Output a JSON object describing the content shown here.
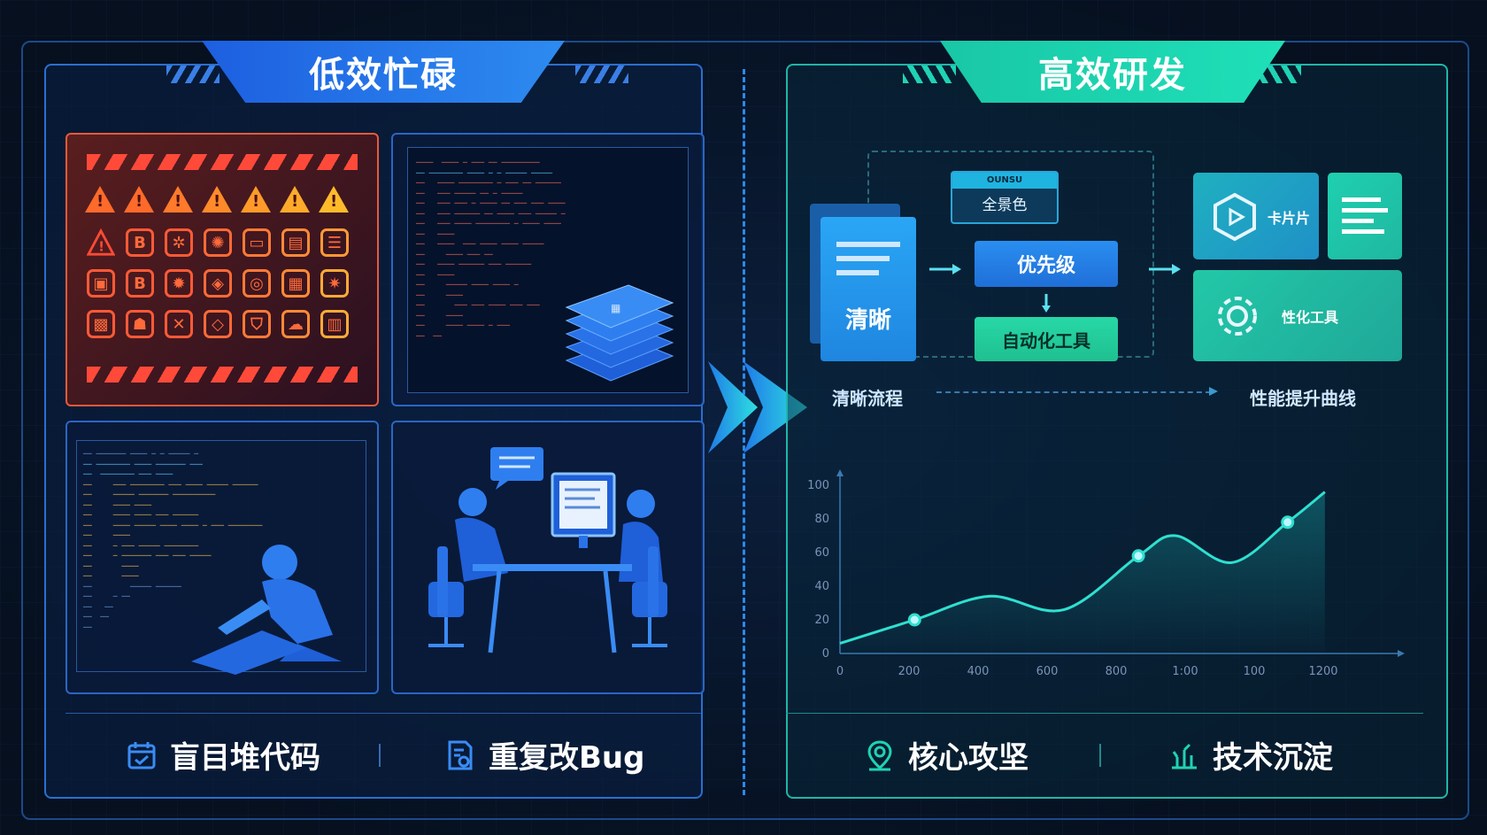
{
  "left": {
    "title": "低效忙碌",
    "footer": [
      {
        "label": "盲目堆代码",
        "icon": "calendar-check-icon"
      },
      {
        "label": "重复改Bug",
        "icon": "document-search-icon"
      }
    ]
  },
  "right": {
    "title": "高效研发",
    "flow": {
      "doc_card_label": "清晰",
      "top_tab_header": "OUNSU",
      "top_tab_label": "全景色",
      "priority_label": "优先级",
      "automation_label": "自动化工具",
      "card_tile_label": "卡片片",
      "settings_tile_label": "性化工具",
      "left_caption": "清晰流程",
      "right_caption": "性能提升曲线"
    },
    "footer": [
      {
        "label": "核心攻坚",
        "icon": "location-pin-icon"
      },
      {
        "label": "技术沉淀",
        "icon": "growth-plant-icon"
      }
    ]
  },
  "chart_data": {
    "type": "area",
    "x_ticks": [
      "0",
      "200",
      "400",
      "600",
      "800",
      "1:00",
      "100",
      "1200"
    ],
    "y_ticks": [
      "0",
      "20",
      "40",
      "60",
      "80",
      "100"
    ],
    "ylim": [
      0,
      100
    ],
    "points": [
      [
        0,
        6
      ],
      [
        200,
        20
      ],
      [
        400,
        34
      ],
      [
        600,
        26
      ],
      [
        800,
        58
      ],
      [
        900,
        70
      ],
      [
        1050,
        54
      ],
      [
        1200,
        78
      ],
      [
        1300,
        96
      ]
    ],
    "markers": [
      [
        200,
        20
      ],
      [
        800,
        58
      ],
      [
        1200,
        78
      ]
    ],
    "colors": {
      "line": "#2ee0d0",
      "fill": "#0f5a66"
    }
  },
  "colors": {
    "left_accent": "#2d7ff0",
    "right_accent": "#1fd3b4",
    "warning": "#ff5a36"
  }
}
